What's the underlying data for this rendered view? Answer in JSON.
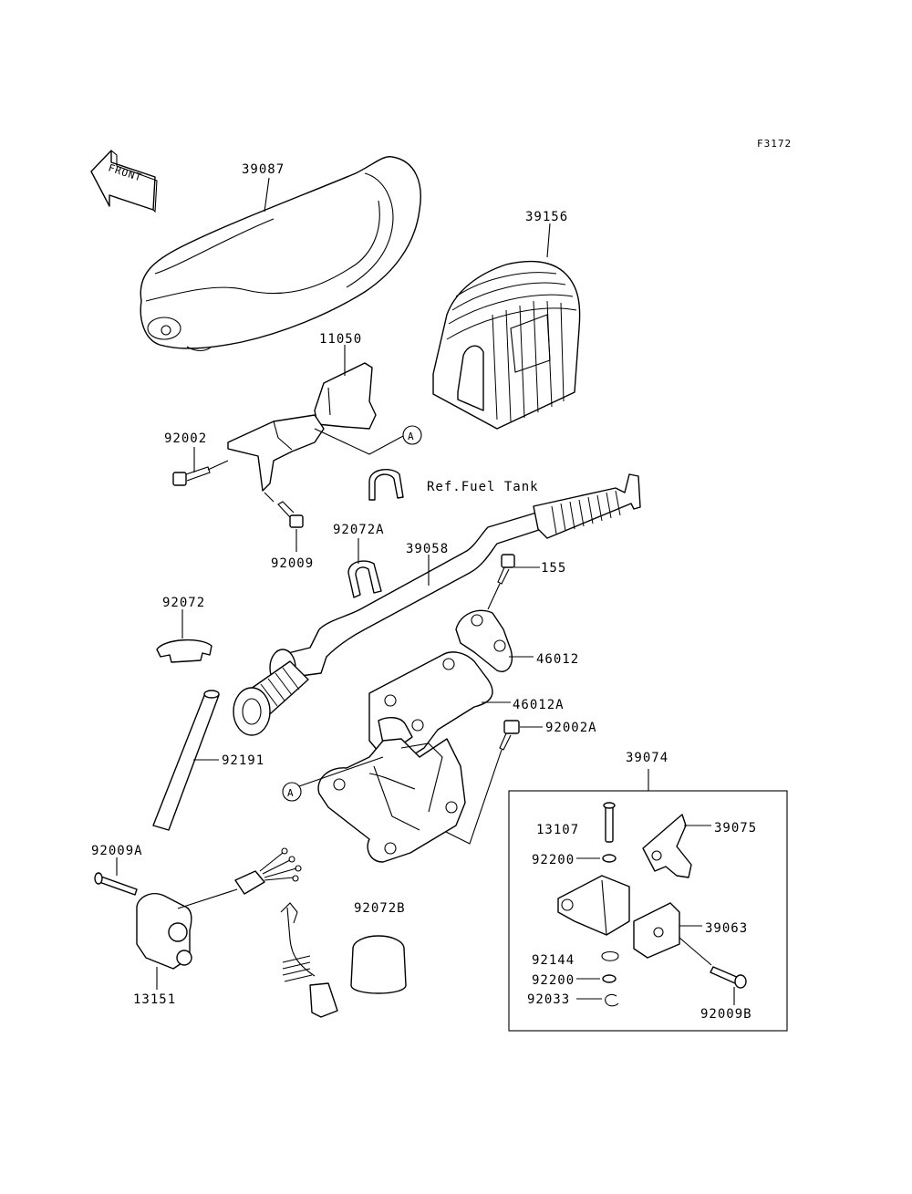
{
  "figure_code": "F3172",
  "front_label": "FRONT",
  "reference_label": "Ref.Fuel Tank",
  "callout_a": "A",
  "parts": {
    "p39087": "39087",
    "p39156": "39156",
    "p11050": "11050",
    "p92002": "92002",
    "p92009": "92009",
    "p92072A": "92072A",
    "p39058": "39058",
    "p155": "155",
    "p92072": "92072",
    "p46012": "46012",
    "p46012A": "46012A",
    "p92002A": "92002A",
    "p92191": "92191",
    "p39074": "39074",
    "p13107": "13107",
    "p39075": "39075",
    "p92200a": "92200",
    "p92009A": "92009A",
    "p92072B": "92072B",
    "p39063": "39063",
    "p92144": "92144",
    "p92200b": "92200",
    "p92033": "92033",
    "p92009B": "92009B",
    "p13151": "13151"
  }
}
